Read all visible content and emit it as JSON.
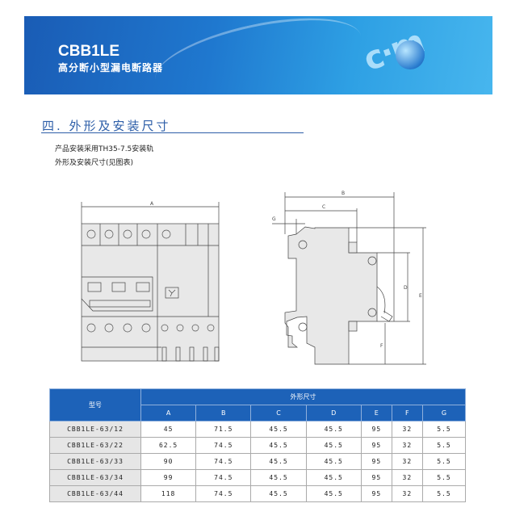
{
  "banner": {
    "title": "CBB1LE",
    "subtitle": "高分断小型漏电断路器",
    "logo_text": "com"
  },
  "section": {
    "title": "四. 外形及安装尺寸"
  },
  "notes": [
    "产品安装采用TH35-7.5安装轨",
    "外形及安装尺寸(见图表)"
  ],
  "diagram": {
    "labels": {
      "A": "A",
      "B": "B",
      "C": "C",
      "D": "D",
      "E": "E",
      "F": "F",
      "G": "G"
    }
  },
  "table": {
    "model_header": "型号",
    "dim_header": "外形尺寸",
    "columns": [
      "A",
      "B",
      "C",
      "D",
      "E",
      "F",
      "G"
    ],
    "rows": [
      {
        "model": "CBB1LE-63/12",
        "values": [
          "45",
          "71.5",
          "45.5",
          "45.5",
          "95",
          "32",
          "5.5"
        ]
      },
      {
        "model": "CBB1LE-63/22",
        "values": [
          "62.5",
          "74.5",
          "45.5",
          "45.5",
          "95",
          "32",
          "5.5"
        ]
      },
      {
        "model": "CBB1LE-63/33",
        "values": [
          "90",
          "74.5",
          "45.5",
          "45.5",
          "95",
          "32",
          "5.5"
        ]
      },
      {
        "model": "CBB1LE-63/34",
        "values": [
          "99",
          "74.5",
          "45.5",
          "45.5",
          "95",
          "32",
          "5.5"
        ]
      },
      {
        "model": "CBB1LE-63/44",
        "values": [
          "118",
          "74.5",
          "45.5",
          "45.5",
          "95",
          "32",
          "5.5"
        ]
      }
    ]
  }
}
